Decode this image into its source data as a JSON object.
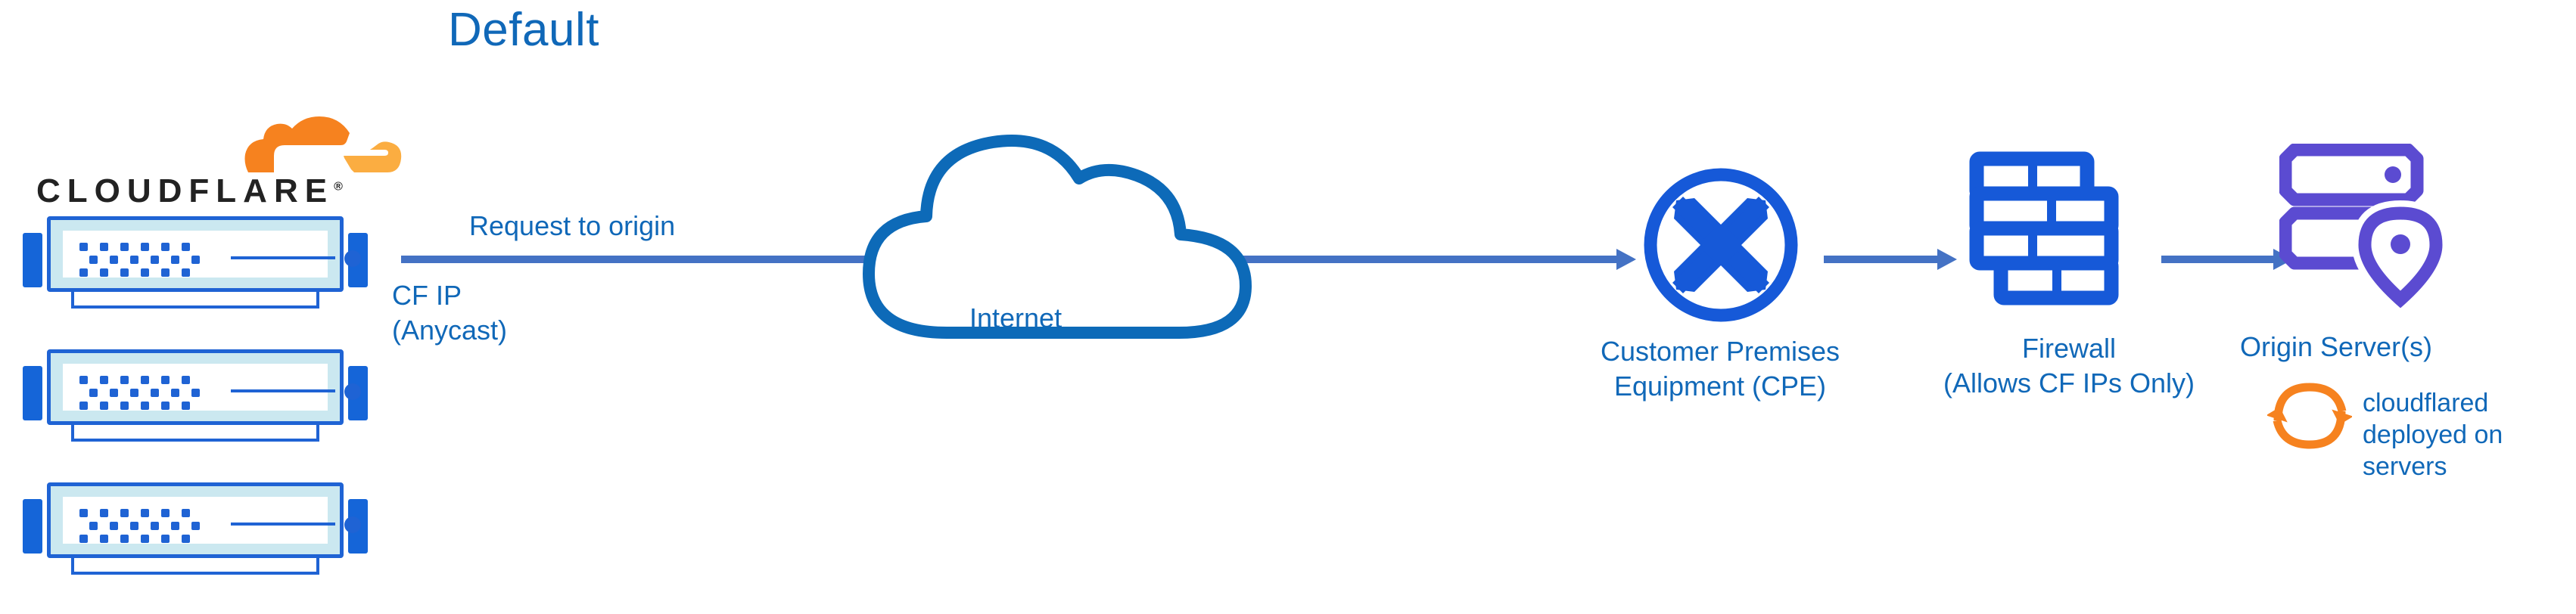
{
  "diagram": {
    "title": "Default",
    "type": "network-architecture-flow",
    "background_color": "#ffffff"
  },
  "colors": {
    "title_blue": "#1068b8",
    "label_blue": "#1068b8",
    "arrow_blue": "#4472c4",
    "icon_blue": "#1659d8",
    "cloud_blue": "#0d6ab8",
    "switch_border": "#1f63d4",
    "switch_inner": "#cbe8f0",
    "origin_purple": "#5b4bd1",
    "cloudflare_orange": "#f6821f",
    "cloudflare_orange_light": "#fbad41",
    "wordmark_black": "#222222"
  },
  "logo": {
    "name": "cloudflare-logo",
    "wordmark": "CLOUDFLARE",
    "registered_mark": "®",
    "icon_name": "cloudflare-cloud-mark"
  },
  "edge_stack": {
    "name": "cloudflare-edge-servers",
    "count": 3,
    "icon_name": "network-switch-icon",
    "units": [
      {
        "label": ""
      },
      {
        "label": ""
      },
      {
        "label": ""
      }
    ]
  },
  "nodes": [
    {
      "id": "cf-ip",
      "label": "CF IP\n(Anycast)",
      "icon": "network-switch-icon",
      "color": "#1068b8"
    },
    {
      "id": "internet",
      "label": "Internet",
      "icon": "cloud-icon",
      "color": "#0d6ab8"
    },
    {
      "id": "cpe",
      "label": "Customer Premises\nEquipment (CPE)",
      "icon": "router-icon",
      "color": "#1659d8"
    },
    {
      "id": "firewall",
      "label": "Firewall\n(Allows CF IPs Only)",
      "icon": "brick-wall-icon",
      "color": "#1659d8"
    },
    {
      "id": "origin",
      "label": "Origin Server(s)",
      "icon": "server-rack-location-pin-icon",
      "color": "#5b4bd1"
    }
  ],
  "edges": [
    {
      "id": "request-to-origin",
      "label": "Request to origin",
      "from": "cf-ip",
      "to": "cpe",
      "color": "#4472c4"
    },
    {
      "id": "cpe-to-firewall",
      "label": "",
      "from": "cpe",
      "to": "firewall",
      "color": "#4472c4"
    },
    {
      "id": "firewall-to-origin",
      "label": "",
      "from": "firewall",
      "to": "origin",
      "color": "#4472c4"
    }
  ],
  "annotations": [
    {
      "id": "cloudflared-note",
      "text": "cloudflared\ndeployed on\nservers",
      "icon": "sync-arrows-icon",
      "icon_color": "#f6821f",
      "text_color": "#1068b8"
    }
  ]
}
